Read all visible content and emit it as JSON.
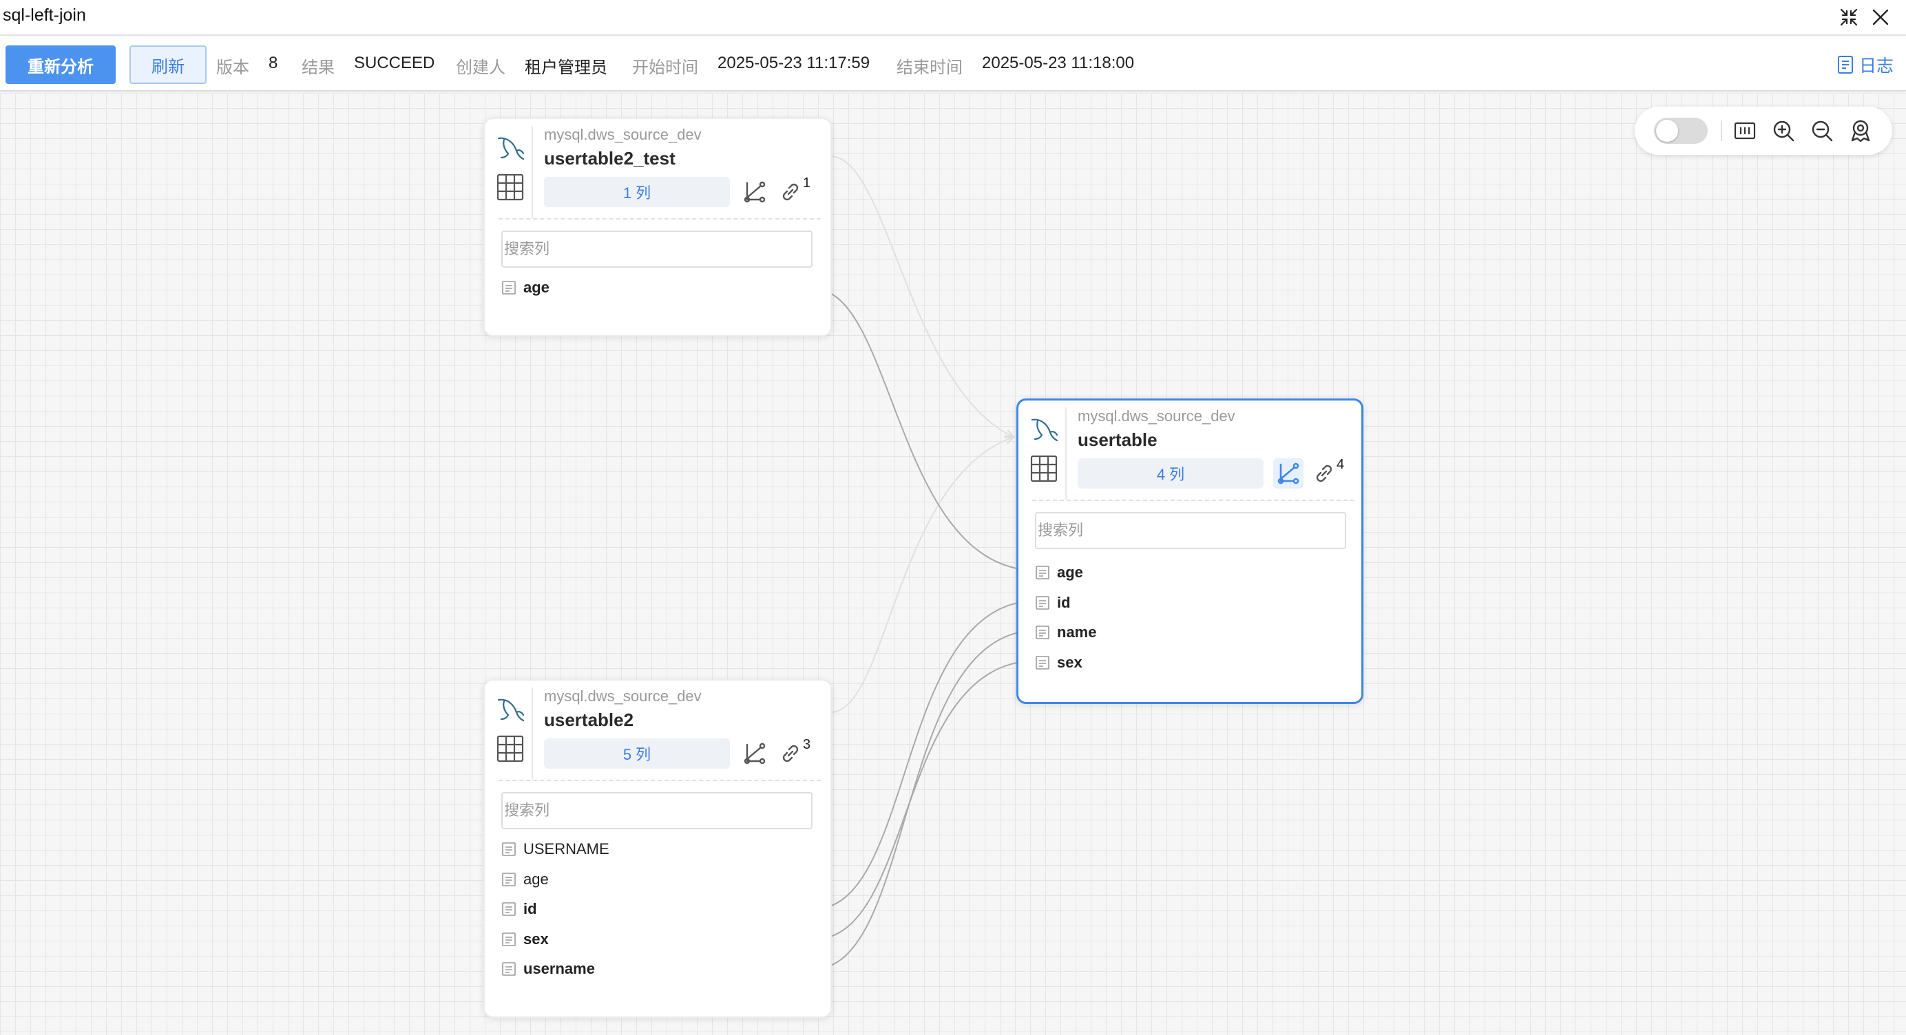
{
  "window": {
    "title": "sql-left-join",
    "collapse_icon": "collapse-icon",
    "close_icon": "close-icon"
  },
  "toolbar": {
    "reanalyze_label": "重新分析",
    "refresh_label": "刷新",
    "version_label": "版本",
    "version_value": "8",
    "result_label": "结果",
    "result_value": "SUCCEED",
    "creator_label": "创建人",
    "creator_value": "租户管理员",
    "start_label": "开始时间",
    "start_value": "2025-05-23 11:17:59",
    "end_label": "结束时间",
    "end_value": "2025-05-23 11:18:00",
    "log_label": "日志",
    "log_icon": "document-icon"
  },
  "canvas_controls": {
    "toggle_on": false,
    "icons": [
      "minimap-icon",
      "zoom-in-icon",
      "zoom-out-icon",
      "locate-icon"
    ]
  },
  "colors": {
    "accent": "#3e86ea",
    "primary_button": "#4b93ee",
    "edge": "#a9a9a9"
  },
  "nodes": [
    {
      "id": "usertable2_test",
      "source": "mysql.dws_source_dev",
      "name": "usertable2_test",
      "count_label": "1 列",
      "link_count": "1",
      "search_placeholder": "搜索列",
      "selected": false,
      "columns": [
        {
          "name": "age",
          "bold": true
        }
      ]
    },
    {
      "id": "usertable2",
      "source": "mysql.dws_source_dev",
      "name": "usertable2",
      "count_label": "5 列",
      "link_count": "3",
      "search_placeholder": "搜索列",
      "selected": false,
      "columns": [
        {
          "name": "USERNAME",
          "bold": false
        },
        {
          "name": "age",
          "bold": false
        },
        {
          "name": "id",
          "bold": true
        },
        {
          "name": "sex",
          "bold": true
        },
        {
          "name": "username",
          "bold": true
        }
      ]
    },
    {
      "id": "usertable",
      "source": "mysql.dws_source_dev",
      "name": "usertable",
      "count_label": "4 列",
      "link_count": "4",
      "search_placeholder": "搜索列",
      "selected": true,
      "columns": [
        {
          "name": "age",
          "bold": true
        },
        {
          "name": "id",
          "bold": true
        },
        {
          "name": "name",
          "bold": true
        },
        {
          "name": "sex",
          "bold": true
        }
      ]
    }
  ],
  "column_edges": [
    {
      "from": "usertable2_test.age",
      "to": "usertable.age"
    },
    {
      "from": "usertable2.id",
      "to": "usertable.id"
    },
    {
      "from": "usertable2.sex",
      "to": "usertable.sex"
    },
    {
      "from": "usertable2.username",
      "to": "usertable.name"
    }
  ],
  "table_edges": [
    {
      "from": "usertable2_test",
      "to": "usertable"
    },
    {
      "from": "usertable2",
      "to": "usertable"
    }
  ]
}
